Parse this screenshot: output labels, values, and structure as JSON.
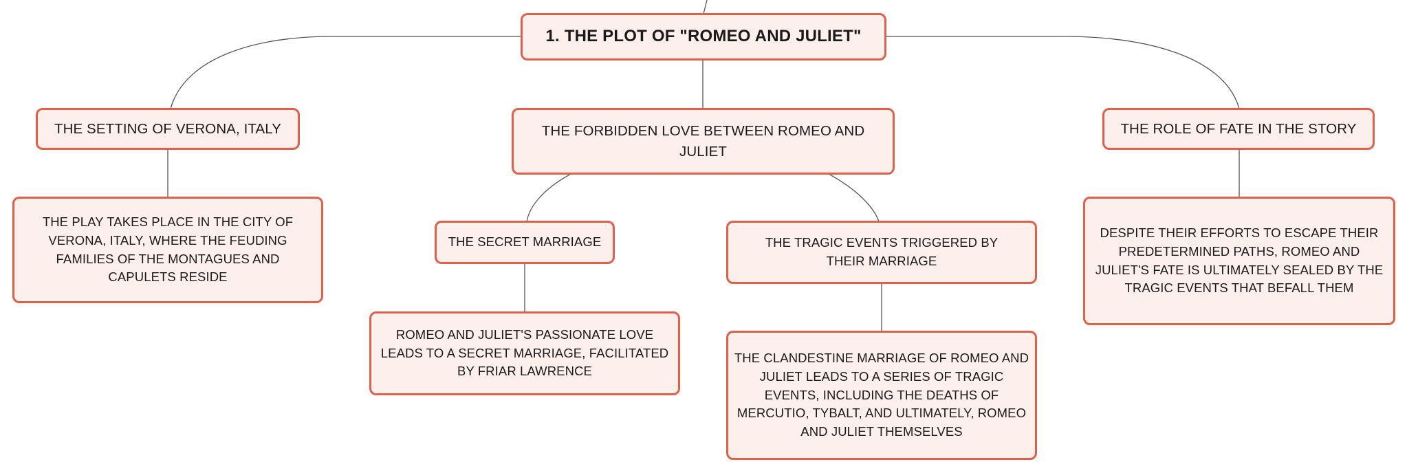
{
  "mindmap": {
    "root": "1. THE PLOT OF \"ROMEO AND JULIET\"",
    "setting": {
      "title": "THE SETTING OF VERONA, ITALY",
      "detail": "THE PLAY TAKES PLACE IN THE CITY OF VERONA, ITALY, WHERE THE FEUDING FAMILIES OF THE MONTAGUES AND CAPULETS RESIDE"
    },
    "love": {
      "title": "THE FORBIDDEN LOVE BETWEEN ROMEO AND JULIET",
      "secret_marriage": {
        "title": "THE SECRET MARRIAGE",
        "detail": "ROMEO AND JULIET'S PASSIONATE LOVE LEADS TO A SECRET MARRIAGE, FACILITATED BY FRIAR LAWRENCE"
      },
      "tragic_events": {
        "title": "THE TRAGIC EVENTS TRIGGERED BY THEIR MARRIAGE",
        "detail": "THE CLANDESTINE MARRIAGE OF ROMEO AND JULIET LEADS TO A SERIES OF TRAGIC EVENTS, INCLUDING THE DEATHS OF MERCUTIO, TYBALT, AND ULTIMATELY, ROMEO AND JULIET THEMSELVES"
      }
    },
    "fate": {
      "title": "THE ROLE OF FATE IN THE STORY",
      "detail": "DESPITE THEIR EFFORTS TO ESCAPE THEIR PREDETERMINED PATHS, ROMEO AND JULIET'S FATE IS ULTIMATELY SEALED BY THE TRAGIC EVENTS THAT BEFALL THEM"
    }
  },
  "colors": {
    "node_fill": "#fdf0ec",
    "node_border": "#e2604a",
    "connector": "#555555",
    "text": "#1a1a1a"
  }
}
